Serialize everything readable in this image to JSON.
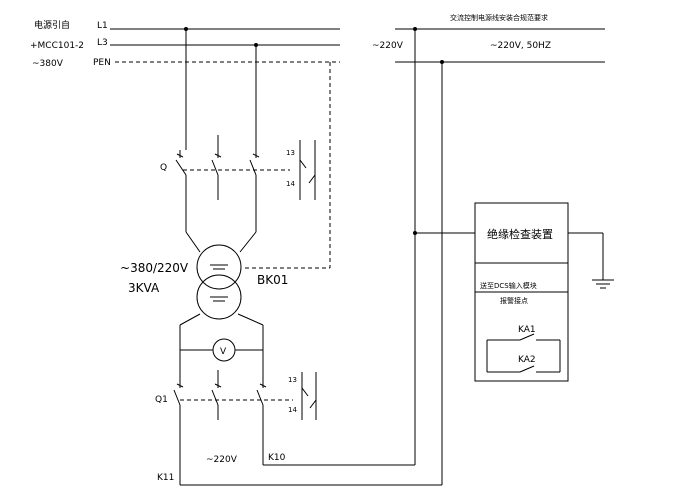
{
  "source": {
    "title": "电源引自",
    "name": "MCC101-2",
    "voltage": "380V",
    "lines": [
      "L1",
      "L3",
      "PEN"
    ]
  },
  "supply_220": {
    "header": "交流控制电源线安装合规范要求",
    "voltage_left": "220V",
    "voltage_right": "220V, 50HZ"
  },
  "transformer": {
    "ratio": "380/220V",
    "capacity": "3KVA",
    "tag": "BK01"
  },
  "breakers": {
    "top": "Q",
    "bottom": "Q1"
  },
  "meter": {
    "symbol": "V"
  },
  "output": {
    "voltage": "220V",
    "k10": "K10",
    "k11": "K11"
  },
  "device": {
    "title": "绝缘检查装置",
    "subtitle": "送至DCS输入模块",
    "alarm": "报警接点",
    "relays": [
      "KA1",
      "KA2"
    ]
  }
}
